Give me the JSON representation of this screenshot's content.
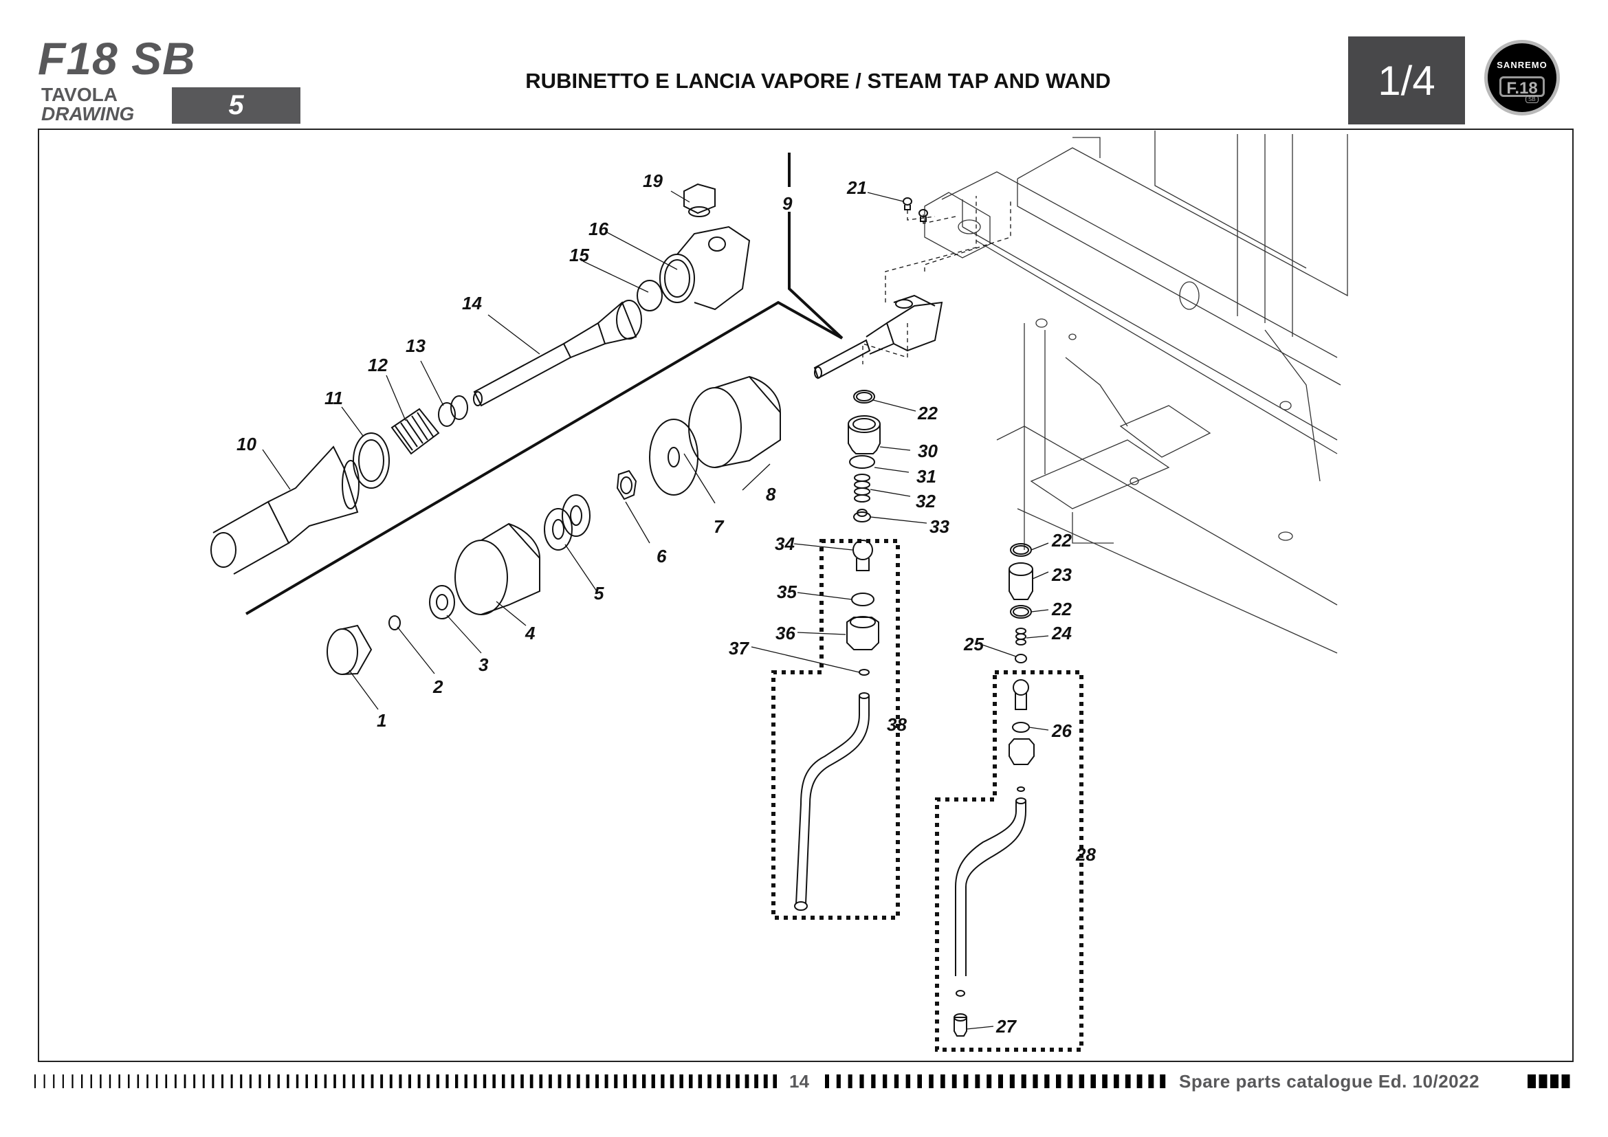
{
  "header": {
    "model": "F18 SB",
    "tavola_label": "TAVOLA",
    "drawing_label": "DRAWING",
    "drawing_number": "5",
    "title": "RUBINETTO E LANCIA VAPORE / STEAM TAP AND WAND",
    "sheet": "1/4",
    "logo": {
      "brand": "SANREMO",
      "model": "F.18",
      "variant": "SB"
    }
  },
  "diagram": {
    "description": "Exploded view of steam tap and wand assembly",
    "callouts": [
      "1",
      "2",
      "3",
      "4",
      "5",
      "6",
      "7",
      "8",
      "9",
      "10",
      "11",
      "12",
      "13",
      "14",
      "15",
      "16",
      "19",
      "21",
      "22",
      "22",
      "22",
      "23",
      "24",
      "25",
      "26",
      "27",
      "28",
      "30",
      "31",
      "32",
      "33",
      "34",
      "35",
      "36",
      "37",
      "38"
    ],
    "groups": [
      {
        "label": "38",
        "members": [
          "34",
          "35",
          "36",
          "37"
        ]
      },
      {
        "label": "28",
        "members": [
          "26",
          "27"
        ]
      },
      {
        "label": "9",
        "members": [
          "1",
          "2",
          "3",
          "4",
          "5",
          "6",
          "7",
          "8"
        ]
      }
    ]
  },
  "footer": {
    "page_number": "14",
    "catalogue_text": "Spare parts catalogue Ed. 10/2022"
  }
}
